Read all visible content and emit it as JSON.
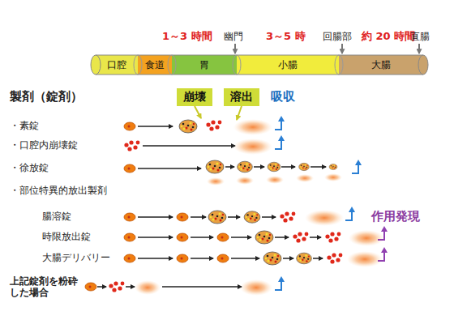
{
  "diagram": {
    "nodes": [
      {
        "text": [
          "口腔"
        ]
      },
      {
        "text": [
          "食道"
        ]
      },
      {
        "text": [
          "胃"
        ]
      },
      {
        "text": [
          "小腸"
        ]
      },
      {
        "text": [
          "大腸"
        ]
      },
      {
        "text": [
          "崩壊"
        ]
      },
      {
        "text": [
          "溶出"
        ]
      }
    ],
    "labels": [
      "1～3 時間",
      "幽門",
      "3～5 時",
      "回腸部",
      "約 20 時間",
      "直腸",
      "製剤（錠剤）",
      "吸収",
      "・素錠",
      "・口腔内崩壊錠",
      "・徐放錠",
      "・部位特異的放出製剤",
      "腸溶錠",
      "時限放出錠",
      "作用発現",
      "大腸デリバリー",
      "上記錠剤を粉砕 した場合"
    ]
  }
}
